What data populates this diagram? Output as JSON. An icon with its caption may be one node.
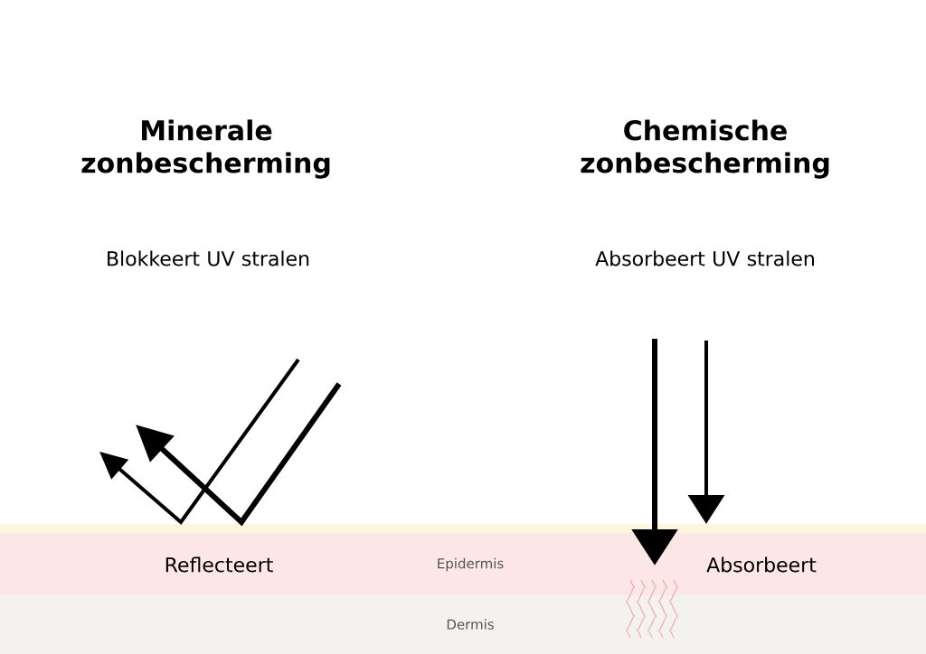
{
  "diagram": {
    "nodes": [
      {
        "text": [
          "Epidermis"
        ]
      },
      {
        "text": [
          "Dermis"
        ]
      }
    ],
    "labels": [
      "Minerale zonbescherming",
      "Chemische zonbescherming",
      "Blokkeert UV stralen",
      "Absorbeert UV stralen",
      "Reflecteert",
      "Absorbeert"
    ]
  }
}
